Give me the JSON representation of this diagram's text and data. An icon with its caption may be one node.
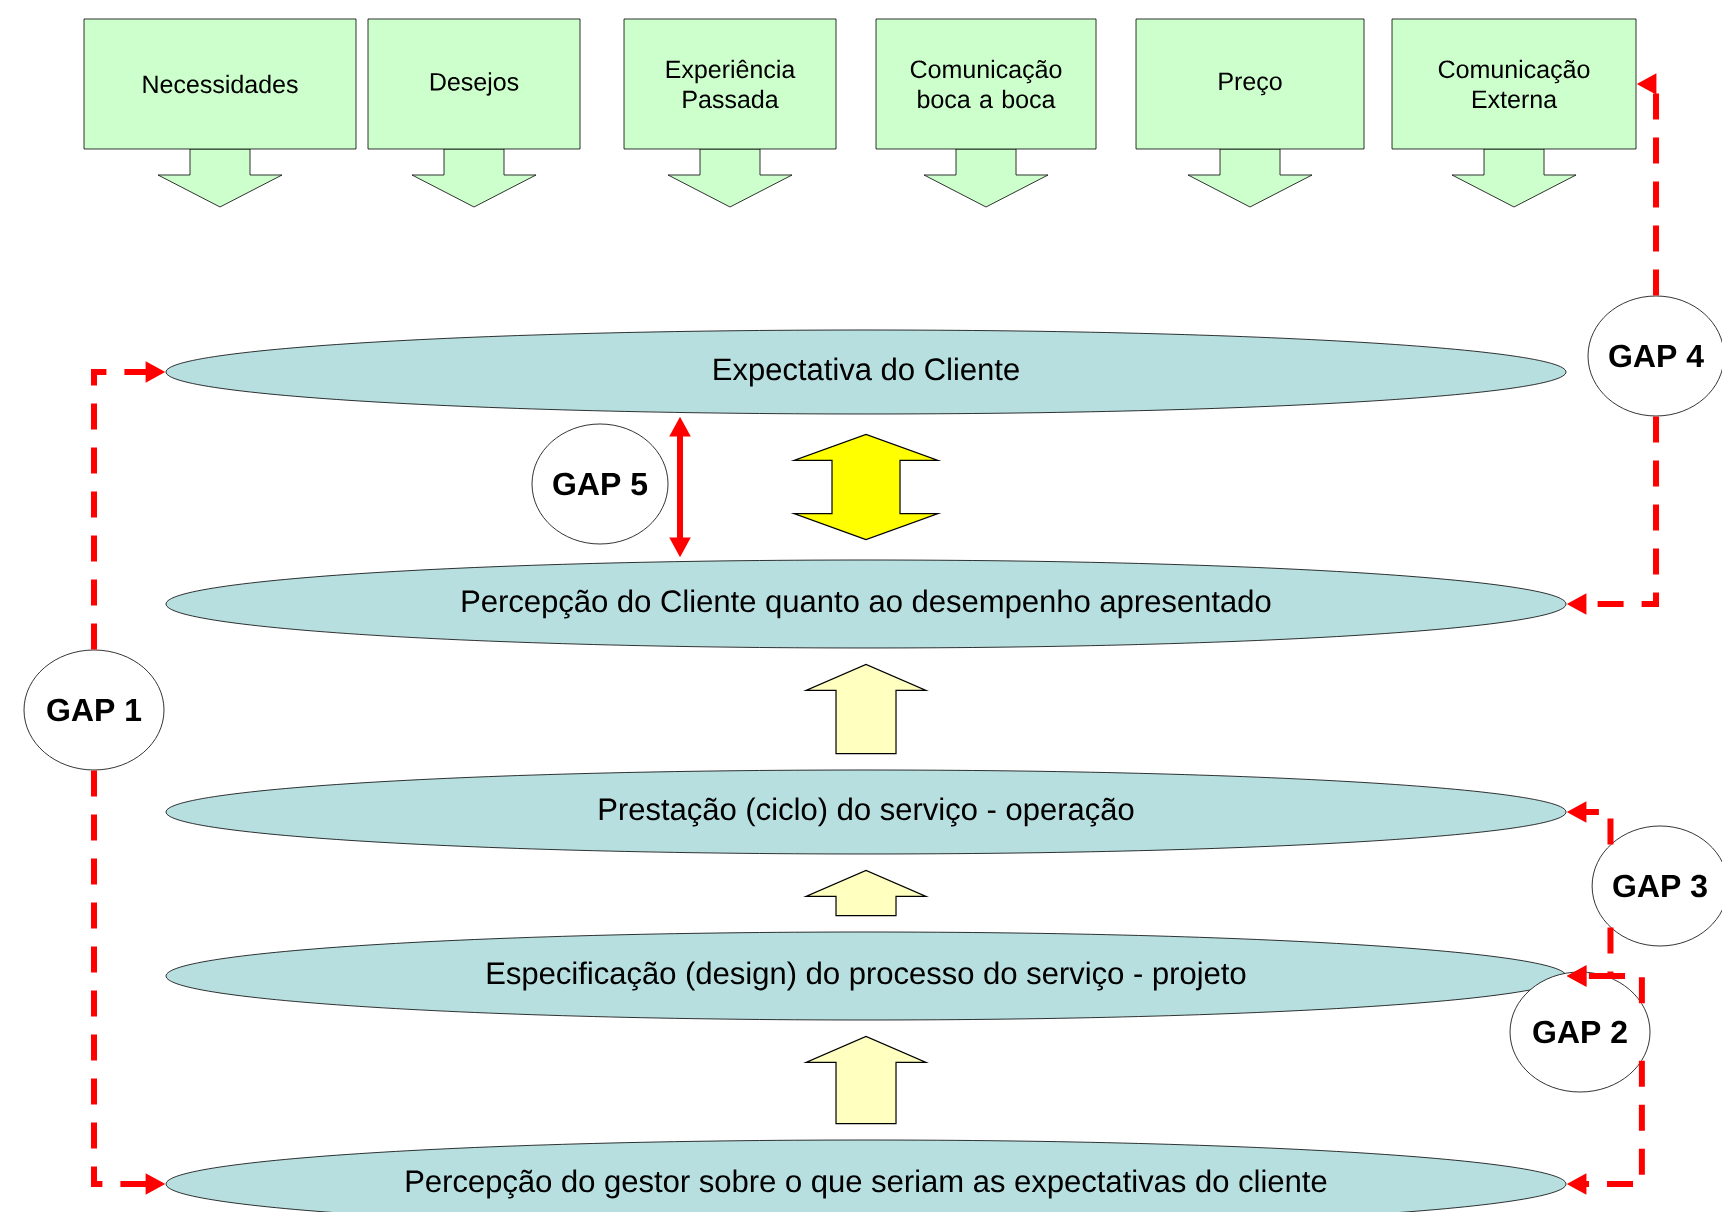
{
  "diagram": {
    "nodes": [
      {
        "text": [
          "Necessidades"
        ]
      },
      {
        "text": [
          "Desejos"
        ]
      },
      {
        "text": [
          "Experiência Passada"
        ]
      },
      {
        "text": [
          "Comunicação boca a boca"
        ]
      },
      {
        "text": [
          "Preço"
        ]
      },
      {
        "text": [
          "Comunicação Externa"
        ]
      },
      {
        "text": [
          "Expectativa do Cliente"
        ]
      },
      {
        "text": [
          "Percepção do Cliente quanto ao desempenho apresentado"
        ]
      },
      {
        "text": [
          "Prestação (ciclo) do serviço - operação"
        ]
      },
      {
        "text": [
          "Especificação (design) do processo do serviço - projeto"
        ]
      },
      {
        "text": [
          "Percepção do gestor sobre o que seriam as expectativas do cliente"
        ]
      },
      {
        "text": [
          "GAP 4"
        ]
      },
      {
        "text": [
          "GAP 5"
        ]
      },
      {
        "text": [
          "GAP 1"
        ]
      },
      {
        "text": [
          "GAP 3"
        ]
      },
      {
        "text": [
          "GAP 2"
        ]
      }
    ],
    "edges": [
      {
        "from": 13,
        "to": 6,
        "arrow": "to",
        "style": "dashed"
      },
      {
        "from": 13,
        "to": 10,
        "arrow": "to",
        "style": "dashed"
      },
      {
        "from": 11,
        "to": 5,
        "arrow": "to",
        "style": "dashed"
      },
      {
        "from": 11,
        "to": 7,
        "arrow": "to",
        "style": "dashed"
      },
      {
        "from": 7,
        "to": 6,
        "arrow": "both"
      },
      {
        "from": 7,
        "to": 6,
        "arrow": "both",
        "style": "thick",
        "color": "#ffff00"
      },
      {
        "from": 14,
        "to": 8,
        "arrow": "to",
        "style": "dashed"
      },
      {
        "from": 14,
        "to": 9,
        "arrow": "to",
        "style": "dashed"
      },
      {
        "from": 15,
        "to": 9,
        "arrow": "to",
        "style": "dashed"
      },
      {
        "from": 15,
        "to": 10,
        "arrow": "to",
        "style": "dashed"
      },
      {
        "from": 8,
        "to": 7,
        "arrow": "to",
        "style": "thick",
        "color": "#ffffc0"
      },
      {
        "from": 9,
        "to": 8,
        "arrow": "to",
        "style": "thick",
        "color": "#ffffc0"
      },
      {
        "from": 10,
        "to": 9,
        "arrow": "to",
        "style": "thick",
        "color": "#ffffc0"
      }
    ]
  }
}
